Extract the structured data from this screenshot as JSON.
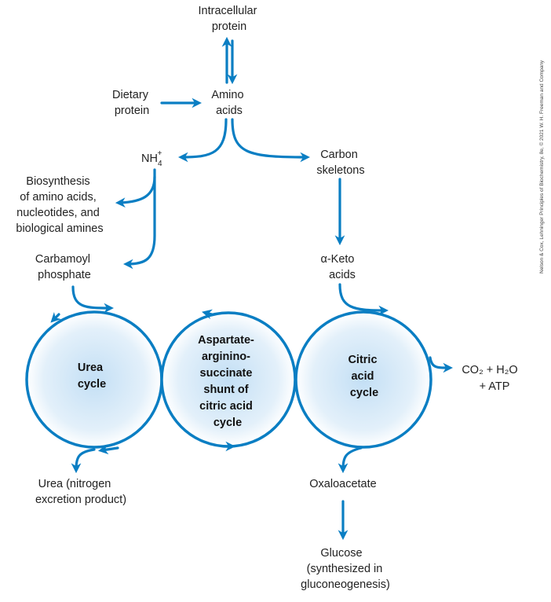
{
  "nodes": {
    "intracellular_protein": [
      "Intracellular",
      "protein"
    ],
    "dietary_protein": [
      "Dietary",
      "protein"
    ],
    "amino_acids": [
      "Amino",
      "acids"
    ],
    "nh4": {
      "base": "NH",
      "sub": "4",
      "sup": "+"
    },
    "carbon_skeletons": [
      "Carbon",
      "skeletons"
    ],
    "biosynthesis": [
      "Biosynthesis",
      "of amino acids,",
      "nucleotides, and",
      "biological amines"
    ],
    "carbamoyl_phosphate": [
      "Carbamoyl",
      "phosphate"
    ],
    "alpha_keto_acids": [
      "α-Keto",
      "acids"
    ],
    "urea_cycle": [
      "Urea",
      "cycle"
    ],
    "shunt": [
      "Aspartate-",
      "argininο-",
      "succinate",
      "shunt of",
      "citric acid",
      "cycle"
    ],
    "citric_acid_cycle": [
      "Citric",
      "acid",
      "cycle"
    ],
    "products": {
      "line1": "CO₂ + H₂O",
      "line2": "+ ATP"
    },
    "urea": [
      "Urea (nitrogen",
      "excretion product)"
    ],
    "oxaloacetate": "Oxaloacetate",
    "glucose": [
      "Glucose",
      "(synthesized in",
      "gluconeogenesis)"
    ]
  },
  "credit": "Nelson & Cox, Lehninger Principles of Biochemistry, 8e, © 2021 W. H. Freeman and Company",
  "colors": {
    "arrow": "#0a7ec3",
    "circle_fill": "#cfe6f7"
  }
}
